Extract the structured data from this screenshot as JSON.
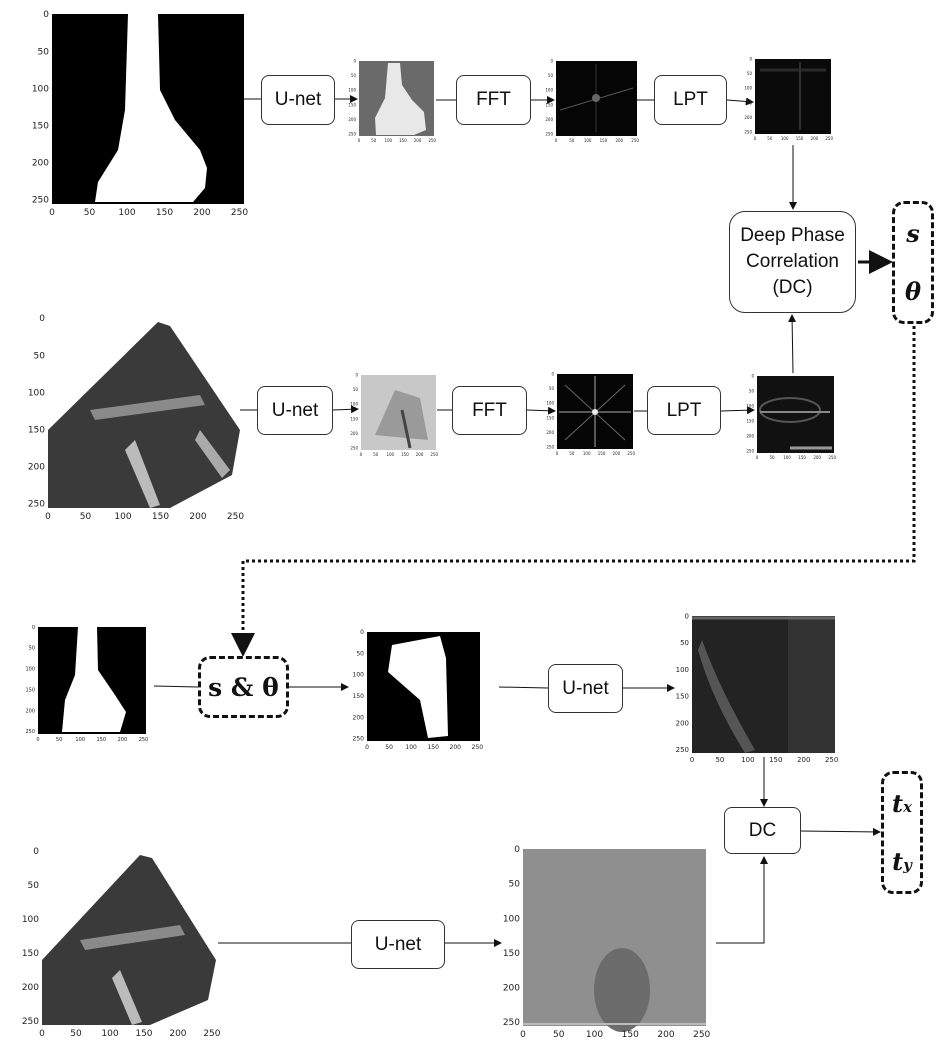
{
  "nodes": {
    "unet": "U-net",
    "fft": "FFT",
    "lpt": "LPT",
    "deep_phase": [
      "Deep Phase",
      "Correlation",
      "(DC)"
    ],
    "dc": "DC"
  },
  "outputs": {
    "s": "s",
    "theta": "θ",
    "s_and_theta": "s & θ",
    "t_x": "t",
    "t_x_sub": "x",
    "t_y": "t",
    "t_y_sub": "y"
  },
  "axis_ticks": {
    "full": [
      "0",
      "50",
      "100",
      "150",
      "200",
      "250"
    ],
    "x_only": [
      "0",
      "50",
      "100",
      "150",
      "200",
      "250"
    ]
  }
}
